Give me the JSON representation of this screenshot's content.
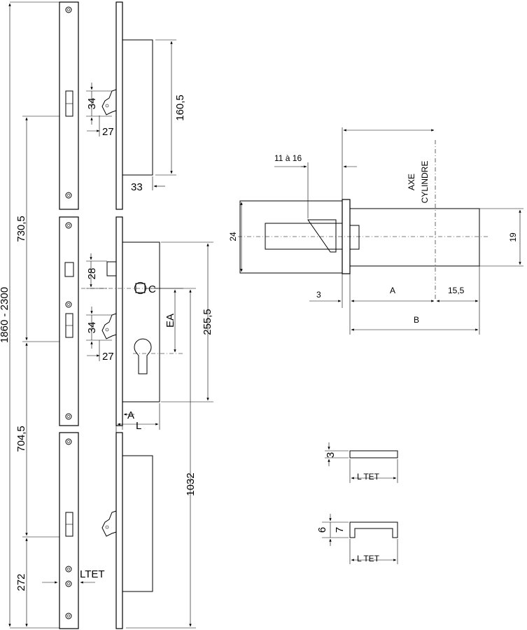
{
  "labels": {
    "dim_1860_2300": "1860 - 2300",
    "dim_730_5": "730,5",
    "dim_704_5": "704,5",
    "dim_272": "272",
    "dim_1032": "1032",
    "dim_160_5": "160,5",
    "dim_255_5": "255,5",
    "dim_33": "33",
    "dim_34_top": "34",
    "dim_27_top": "27",
    "dim_28": "28",
    "dim_34_mid": "34",
    "dim_27_mid": "27",
    "label_c": "C",
    "label_ea": "EA",
    "label_a_side": "A",
    "label_l": "L",
    "label_ltet_left": "LTET",
    "dim_11_16": "11 à 16",
    "axe": "AXE",
    "cylindre": "CYLINDRE",
    "dim_24": "24",
    "dim_19": "19",
    "dim_3_cyl": "3",
    "label_a_cyl": "A",
    "dim_15_5": "15,5",
    "label_b": "B",
    "dim_3_tet": "3",
    "label_ltet_1": "L TET",
    "dim_6": "6",
    "dim_7": "7",
    "label_ltet_2": "L TET"
  }
}
